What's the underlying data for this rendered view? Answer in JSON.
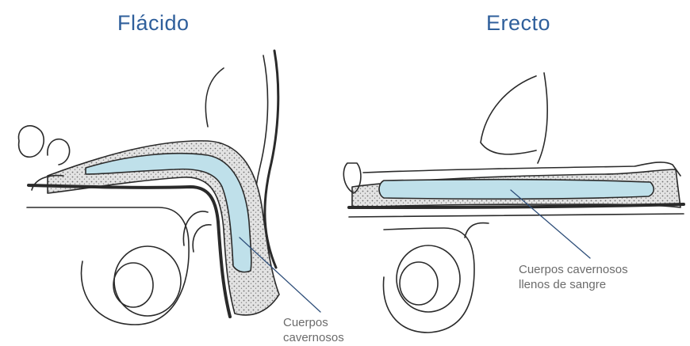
{
  "titles": {
    "flaccid": "Flácido",
    "erect": "Erecto"
  },
  "labels": {
    "flaccid_line1": "Cuerpos",
    "flaccid_line2": "cavernosos",
    "erect_line1": "Cuerpos cavernosos",
    "erect_line2": "llenos de sangre"
  },
  "colors": {
    "title": "#2f5f9b",
    "tissue_fill": "#bfe0ea",
    "spongy_fill": "#d9d9d9",
    "outline": "#2a2a2a",
    "leader_line": "#2f4f7a"
  }
}
